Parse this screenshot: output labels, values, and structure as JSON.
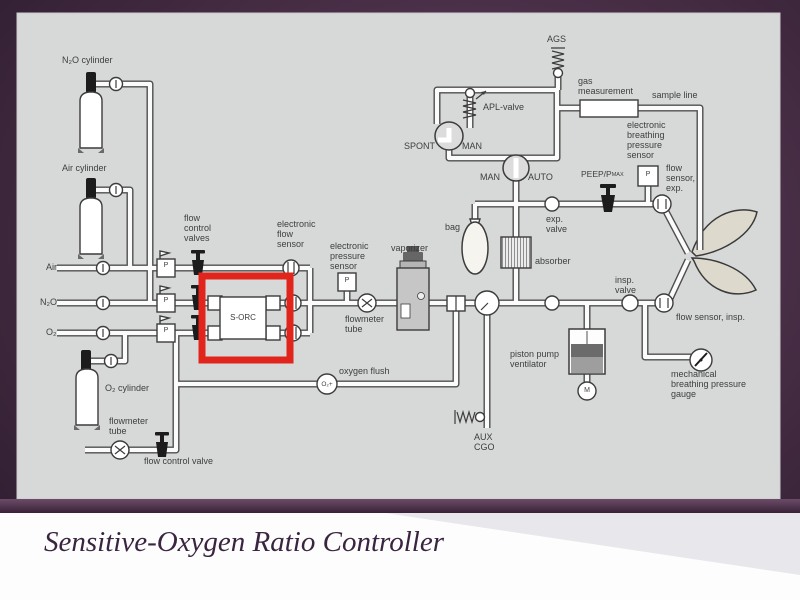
{
  "slide": {
    "title": "Sensitive-Oxygen Ratio Controller",
    "colors": {
      "frame_purple": "#4a3048",
      "panel_bg": "#d6d9d7",
      "highlight_red": "#e1251c",
      "band_gray": "#e8e8ec",
      "band_white": "#fdfdfd",
      "title_color": "#3a2540"
    }
  },
  "diagram": {
    "labels": {
      "n2o_cylinder": "N₂O cylinder",
      "air_cylinder": "Air cylinder",
      "o2_cylinder": "O₂ cylinder",
      "air_line": "Air",
      "n2o_line": "N₂O",
      "o2_line": "O₂",
      "flow_control_valves": "flow\ncontrol\nvalves",
      "s_orc": "S-ORC",
      "electronic_flow_sensor": "electronic\nflow\nsensor",
      "electronic_pressure_sensor": "electronic\npressure\nsensor",
      "pressure_p": "P",
      "vaporizer": "vaporizer",
      "flowmeter_tube_center": "flowmeter\ntube",
      "flowmeter_tube_bottom": "flowmeter\ntube",
      "flow_control_valve_bottom": "flow control valve",
      "oxygen_flush": "oxygen flush",
      "o2_flush_symbol": "O₂+",
      "bag": "bag",
      "absorber": "absorber",
      "exp_valve": "exp.\nvalve",
      "insp_valve": "insp.\nvalve",
      "flow_sensor_insp": "flow sensor, insp.",
      "flow_sensor_exp": "flow\nsensor,\nexp.",
      "mechanical_gauge": "mechanical\nbreathing pressure\ngauge",
      "piston_pump_ventilator": "piston pump\nventilator",
      "motor": "M",
      "aux_cgo": "AUX\nCGO",
      "ags": "AGS",
      "apl_valve": "APL-valve",
      "spont": "SPONT",
      "man_spont": "MAN",
      "man_auto_man": "MAN",
      "auto": "AUTO",
      "gas_measurement": "gas\nmeasurement",
      "sample_line": "sample line",
      "electronic_breathing_pressure_sensor": "electronic\nbreathing\npressure\nsensor",
      "peep_pmax": "PEEP/P",
      "peep_pmax_sub": "MAX"
    }
  }
}
